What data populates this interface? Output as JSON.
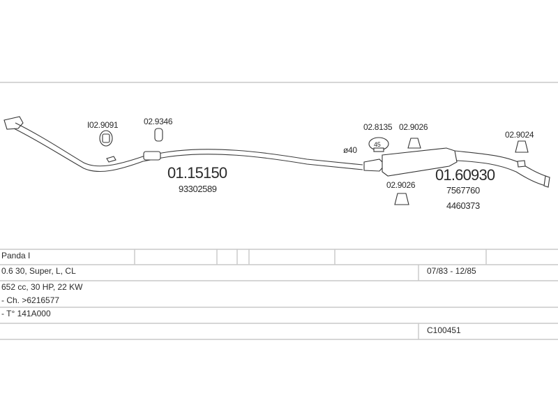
{
  "parts": {
    "front_pipe": {
      "number": "01.15150",
      "oe": "93302589"
    },
    "rear_silencer": {
      "number": "01.60930",
      "oe": [
        "7567760",
        "4460373"
      ]
    },
    "hangers": [
      "I02.9091",
      "02.9346",
      "02.8135",
      "02.9026",
      "02.9026",
      "02.9024"
    ],
    "clamp_badge": "45",
    "diameter": "ø40"
  },
  "table": {
    "model": "Panda I",
    "variant": "0.6 30, Super, L, CL",
    "years": "07/83 - 12/85",
    "engine": "652 cc, 30 HP, 22 KW",
    "chassis": "- Ch. >6216577",
    "type_code": "- T° 141A000",
    "code": "C100451"
  }
}
